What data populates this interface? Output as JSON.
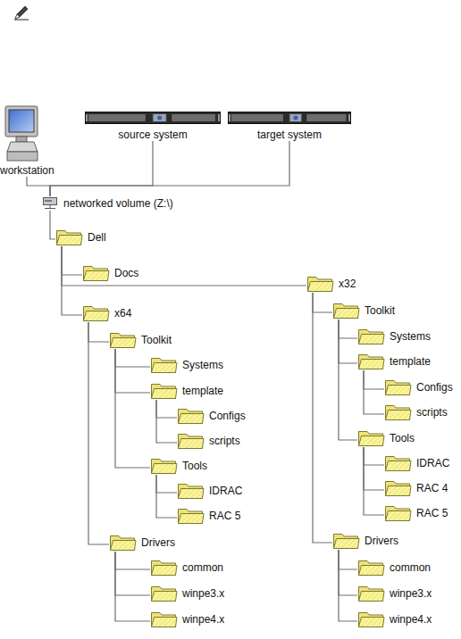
{
  "diagram": {
    "nodes": [
      {
        "text": [
          "workstation"
        ]
      },
      {
        "text": [
          "source system"
        ]
      },
      {
        "text": [
          "target system"
        ]
      },
      {
        "text": [
          "networked volume (Z:\\)"
        ]
      },
      {
        "text": [
          "Dell"
        ]
      },
      {
        "text": [
          "Docs"
        ]
      },
      {
        "text": [
          "x64"
        ]
      },
      {
        "text": [
          "Toolkit"
        ]
      },
      {
        "text": [
          "Systems"
        ]
      },
      {
        "text": [
          "template"
        ]
      },
      {
        "text": [
          "Configs"
        ]
      },
      {
        "text": [
          "scripts"
        ]
      },
      {
        "text": [
          "Tools"
        ]
      },
      {
        "text": [
          "IDRAC"
        ]
      },
      {
        "text": [
          "RAC 5"
        ]
      },
      {
        "text": [
          "Drivers"
        ]
      },
      {
        "text": [
          "common"
        ]
      },
      {
        "text": [
          "winpe3.x"
        ]
      },
      {
        "text": [
          "winpe4.x"
        ]
      },
      {
        "text": [
          "x32"
        ]
      },
      {
        "text": [
          "Toolkit"
        ]
      },
      {
        "text": [
          "Systems"
        ]
      },
      {
        "text": [
          "template"
        ]
      },
      {
        "text": [
          "Configs"
        ]
      },
      {
        "text": [
          "scripts"
        ]
      },
      {
        "text": [
          "Tools"
        ]
      },
      {
        "text": [
          "IDRAC"
        ]
      },
      {
        "text": [
          "RAC 4"
        ]
      },
      {
        "text": [
          "RAC 5"
        ]
      },
      {
        "text": [
          "Drivers"
        ]
      },
      {
        "text": [
          "common"
        ]
      },
      {
        "text": [
          "winpe3.x"
        ]
      },
      {
        "text": [
          "winpe4.x"
        ]
      }
    ],
    "edges": [
      {
        "from": 3,
        "to": 0,
        "arrow": "none"
      },
      {
        "from": 3,
        "to": 1,
        "arrow": "none"
      },
      {
        "from": 3,
        "to": 2,
        "arrow": "none"
      },
      {
        "from": 3,
        "to": 4,
        "arrow": "none"
      },
      {
        "from": 4,
        "to": 5,
        "arrow": "none"
      },
      {
        "from": 4,
        "to": 6,
        "arrow": "none"
      },
      {
        "from": 4,
        "to": 19,
        "arrow": "none"
      },
      {
        "from": 6,
        "to": 7,
        "arrow": "none"
      },
      {
        "from": 7,
        "to": 8,
        "arrow": "none"
      },
      {
        "from": 7,
        "to": 9,
        "arrow": "none"
      },
      {
        "from": 9,
        "to": 10,
        "arrow": "none"
      },
      {
        "from": 9,
        "to": 11,
        "arrow": "none"
      },
      {
        "from": 7,
        "to": 12,
        "arrow": "none"
      },
      {
        "from": 12,
        "to": 13,
        "arrow": "none"
      },
      {
        "from": 12,
        "to": 14,
        "arrow": "none"
      },
      {
        "from": 6,
        "to": 15,
        "arrow": "none"
      },
      {
        "from": 15,
        "to": 16,
        "arrow": "none"
      },
      {
        "from": 15,
        "to": 17,
        "arrow": "none"
      },
      {
        "from": 15,
        "to": 18,
        "arrow": "none"
      },
      {
        "from": 19,
        "to": 20,
        "arrow": "none"
      },
      {
        "from": 20,
        "to": 21,
        "arrow": "none"
      },
      {
        "from": 20,
        "to": 22,
        "arrow": "none"
      },
      {
        "from": 22,
        "to": 23,
        "arrow": "none"
      },
      {
        "from": 22,
        "to": 24,
        "arrow": "none"
      },
      {
        "from": 20,
        "to": 25,
        "arrow": "none"
      },
      {
        "from": 25,
        "to": 26,
        "arrow": "none"
      },
      {
        "from": 25,
        "to": 27,
        "arrow": "none"
      },
      {
        "from": 25,
        "to": 28,
        "arrow": "none"
      },
      {
        "from": 19,
        "to": 29,
        "arrow": "none"
      },
      {
        "from": 29,
        "to": 30,
        "arrow": "none"
      },
      {
        "from": 29,
        "to": 31,
        "arrow": "none"
      },
      {
        "from": 29,
        "to": 32,
        "arrow": "none"
      }
    ]
  }
}
